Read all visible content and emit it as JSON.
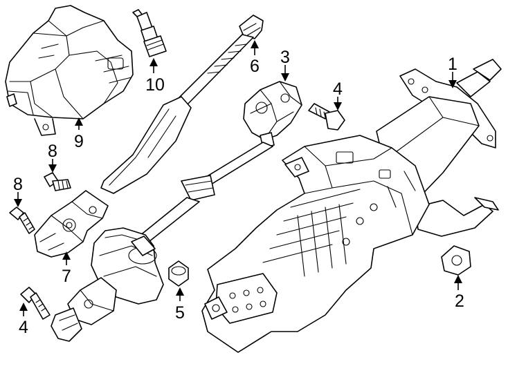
{
  "callouts": {
    "c1": "1",
    "c2": "2",
    "c3": "3",
    "c4a": "4",
    "c4b": "4",
    "c5": "5",
    "c6": "6",
    "c7": "7",
    "c8a": "8",
    "c8b": "8",
    "c9": "9",
    "c10": "10"
  }
}
